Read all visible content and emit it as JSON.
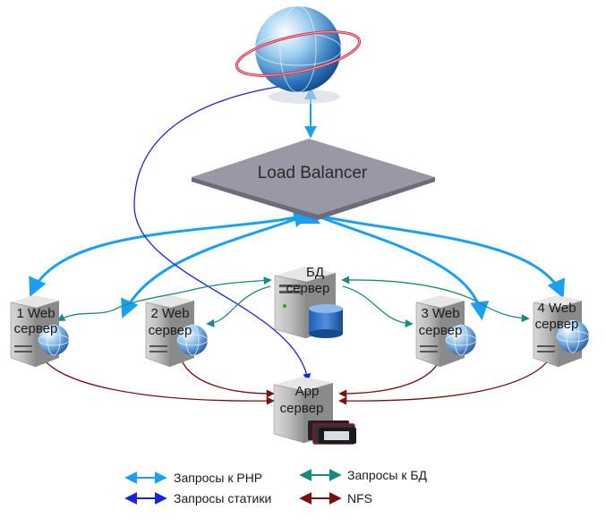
{
  "nodes": {
    "load_balancer": "Load Balancer",
    "db_server": [
      "БД",
      "сервер"
    ],
    "web1": [
      "1 Web",
      "сервер"
    ],
    "web2": [
      "2 Web",
      "сервер"
    ],
    "web3": [
      "3 Web",
      "сервер"
    ],
    "web4": [
      "4 Web",
      "сервер"
    ],
    "app_server": [
      "App",
      "сервер"
    ]
  },
  "legend": {
    "php": "Запросы к PHP",
    "static": "Запросы статики",
    "db": "Запросы к БД",
    "nfs": "NFS"
  },
  "colors": {
    "php": "#1aa0f0",
    "static": "#1a22e0",
    "db": "#1a8a80",
    "nfs": "#7a1010",
    "balancer": "#9a97a6"
  }
}
